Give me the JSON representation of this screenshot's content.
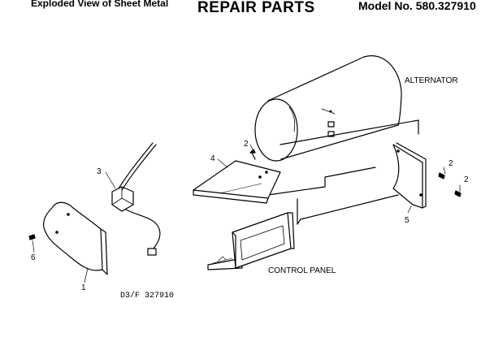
{
  "header": {
    "left": "Exploded View of Sheet Metal",
    "center": "REPAIR PARTS",
    "right": "Model No. 580.327910"
  },
  "labels": {
    "alternator": "ALTERNATOR",
    "control_panel": "CONTROL PANEL",
    "drawing_id": "D3/F 327910"
  },
  "callouts": {
    "c1": "1",
    "c2a": "2",
    "c2b": "2",
    "c2c": "2",
    "c3": "3",
    "c4": "4",
    "c5": "5",
    "c6": "6"
  }
}
